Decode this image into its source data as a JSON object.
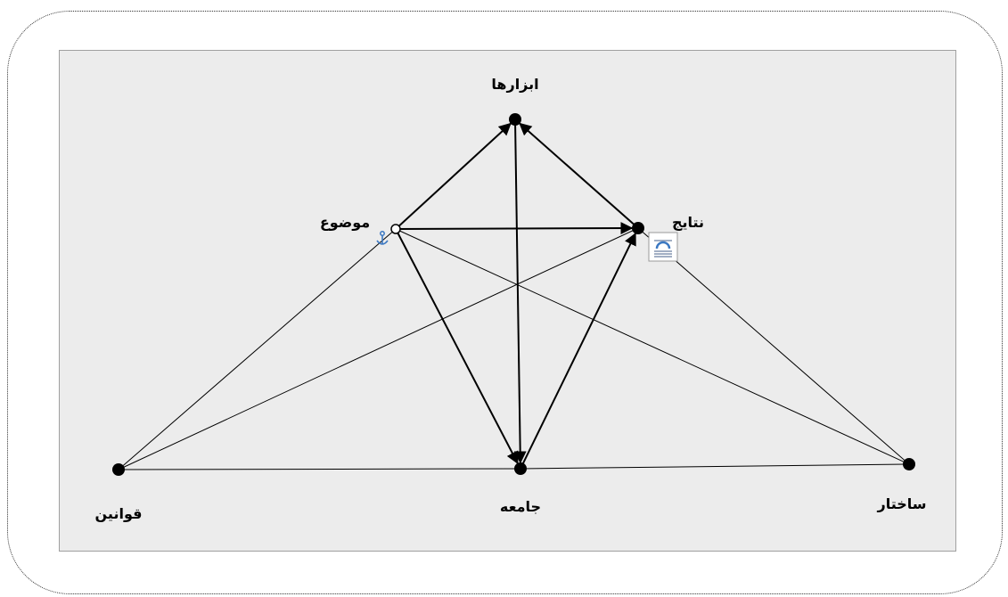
{
  "diagram": {
    "nodes": [
      {
        "id": "abzarha",
        "label": "ابزارها"
      },
      {
        "id": "mozu",
        "label": "موضوع"
      },
      {
        "id": "nataij",
        "label": "نتایج"
      },
      {
        "id": "ghavanin",
        "label": "قوانین"
      },
      {
        "id": "jameh",
        "label": "جامعه"
      },
      {
        "id": "sakhtar",
        "label": "ساختار"
      }
    ],
    "thin_edges": [
      [
        "ghavanin",
        "mozu"
      ],
      [
        "ghavanin",
        "nataij"
      ],
      [
        "ghavanin",
        "jameh"
      ],
      [
        "jameh",
        "sakhtar"
      ],
      [
        "mozu",
        "sakhtar"
      ],
      [
        "nataij",
        "sakhtar"
      ]
    ],
    "arrows": [
      [
        "mozu",
        "abzarha"
      ],
      [
        "nataij",
        "abzarha"
      ],
      [
        "abzarha",
        "jameh"
      ],
      [
        "mozu",
        "jameh"
      ],
      [
        "jameh",
        "nataij"
      ],
      [
        "mozu",
        "nataij"
      ]
    ],
    "colors": {
      "canvas": "#ececec",
      "line": "#000000",
      "anchor_icon": "#3b78c2"
    }
  }
}
